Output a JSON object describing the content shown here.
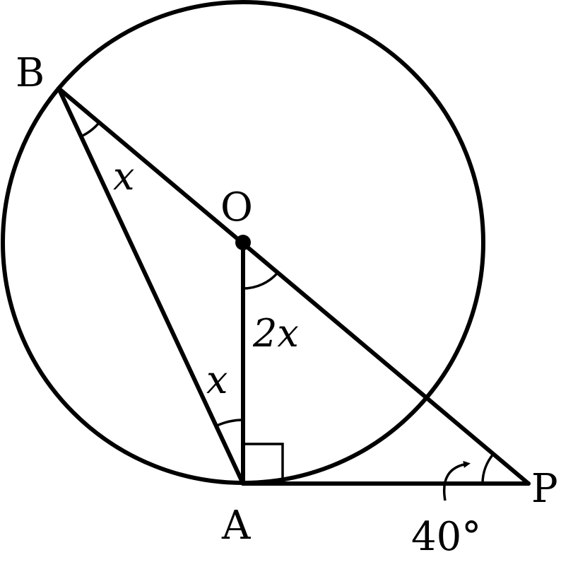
{
  "points": {
    "B": "B",
    "O": "O",
    "A": "A",
    "P": "P"
  },
  "angles": {
    "at_B": "x",
    "at_A": "x",
    "at_O": "2x",
    "at_P": "40°"
  },
  "colors": {
    "stroke": "#000000",
    "background": "#ffffff"
  }
}
